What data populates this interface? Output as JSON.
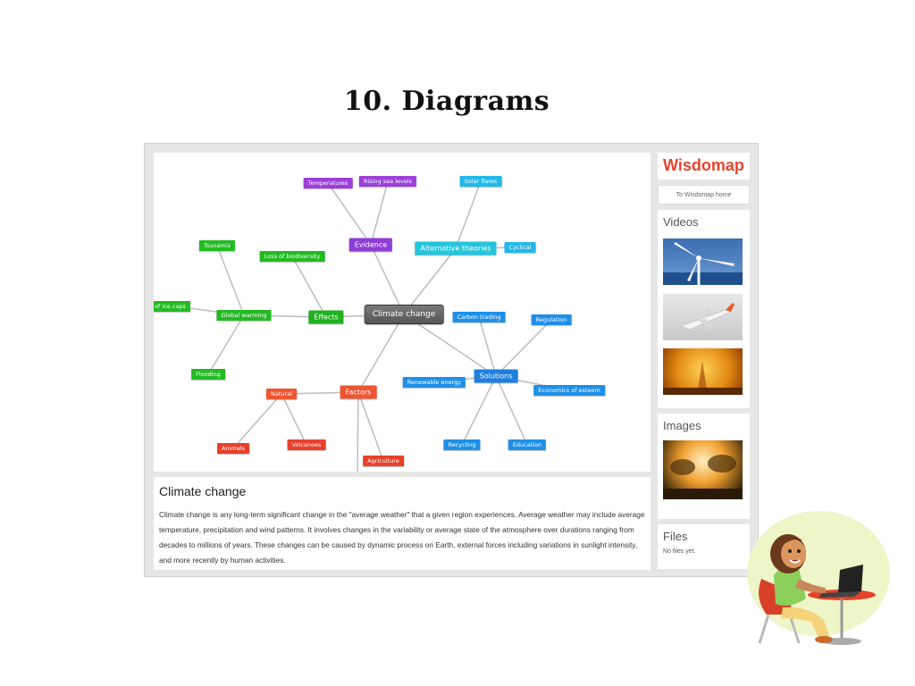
{
  "slide": {
    "title": "10. Diagrams"
  },
  "sidebar": {
    "brand": "Wisdomap",
    "home_link": "To Wisdomap home",
    "videos_title": "Videos",
    "images_title": "Images",
    "files_title": "Files",
    "files_note": "No files yet."
  },
  "mindmap": {
    "root": "Climate change",
    "nodes": [
      {
        "id": "evidence",
        "label": "Evidence",
        "color": "#8e3dd6",
        "size": "mid"
      },
      {
        "id": "temperatures",
        "label": "Temperatures",
        "color": "#9b3fd8",
        "size": "small"
      },
      {
        "id": "rising",
        "label": "Rising sea levels",
        "color": "#9b3fd8",
        "size": "small"
      },
      {
        "id": "alt",
        "label": "Alternative theories",
        "color": "#22c6dd",
        "size": "mid"
      },
      {
        "id": "solar",
        "label": "Solar flares",
        "color": "#22b8ea",
        "size": "small"
      },
      {
        "id": "cyclical",
        "label": "Cyclical",
        "color": "#22b8ea",
        "size": "small"
      },
      {
        "id": "effects",
        "label": "Effects",
        "color": "#20b020",
        "size": "mid"
      },
      {
        "id": "loss",
        "label": "Loss of biodiversity",
        "color": "#22bb22",
        "size": "small"
      },
      {
        "id": "global",
        "label": "Global warming",
        "color": "#22bb22",
        "size": "small"
      },
      {
        "id": "tsunamis",
        "label": "Tsunamis",
        "color": "#22bb22",
        "size": "small"
      },
      {
        "id": "melting",
        "label": "Melting of ice caps",
        "color": "#22bb22",
        "size": "small"
      },
      {
        "id": "flooding",
        "label": "Flooding",
        "color": "#22bb22",
        "size": "small"
      },
      {
        "id": "factors",
        "label": "Factors",
        "color": "#ee5530",
        "size": "mid"
      },
      {
        "id": "natural",
        "label": "Natural",
        "color": "#ee5530",
        "size": "small"
      },
      {
        "id": "animals",
        "label": "Animals",
        "color": "#e8402a",
        "size": "small"
      },
      {
        "id": "volcanoes",
        "label": "Volcanoes",
        "color": "#e8402a",
        "size": "small"
      },
      {
        "id": "agriculture",
        "label": "Agriculture",
        "color": "#e8402a",
        "size": "small"
      },
      {
        "id": "solutions",
        "label": "Solutions",
        "color": "#1e7fe0",
        "size": "mid"
      },
      {
        "id": "carbon",
        "label": "Carbon trading",
        "color": "#1e90e8",
        "size": "small"
      },
      {
        "id": "regulation",
        "label": "Regulation",
        "color": "#1e90e8",
        "size": "small"
      },
      {
        "id": "renewable",
        "label": "Renewable energy",
        "color": "#1e90e8",
        "size": "small"
      },
      {
        "id": "economics",
        "label": "Economics of esteem",
        "color": "#1e90e8",
        "size": "small"
      },
      {
        "id": "recycling",
        "label": "Recycling",
        "color": "#1e90e8",
        "size": "small"
      },
      {
        "id": "education",
        "label": "Education",
        "color": "#1e90e8",
        "size": "small"
      }
    ],
    "edges": [
      [
        "root",
        "evidence"
      ],
      [
        "evidence",
        "temperatures"
      ],
      [
        "evidence",
        "rising"
      ],
      [
        "root",
        "alt"
      ],
      [
        "alt",
        "solar"
      ],
      [
        "alt",
        "cyclical"
      ],
      [
        "root",
        "effects"
      ],
      [
        "effects",
        "loss"
      ],
      [
        "effects",
        "global"
      ],
      [
        "global",
        "tsunamis"
      ],
      [
        "global",
        "melting"
      ],
      [
        "global",
        "flooding"
      ],
      [
        "root",
        "factors"
      ],
      [
        "factors",
        "natural"
      ],
      [
        "natural",
        "animals"
      ],
      [
        "natural",
        "volcanoes"
      ],
      [
        "factors",
        "agriculture"
      ],
      [
        "root",
        "solutions"
      ],
      [
        "solutions",
        "carbon"
      ],
      [
        "solutions",
        "regulation"
      ],
      [
        "solutions",
        "renewable"
      ],
      [
        "solutions",
        "economics"
      ],
      [
        "solutions",
        "recycling"
      ],
      [
        "solutions",
        "education"
      ]
    ],
    "root_color": "#666666"
  },
  "description": {
    "title": "Climate change",
    "body": "Climate change is any long-term significant change in the \"average weather\" that a given region experiences. Average weather may include average temperature, precipitation and wind patterns. It involves changes in the variability or average state of the atmosphere over durations ranging from decades to millions of years. These changes can be caused by dynamic process on Earth, external forces including variations in sunlight intensity, and more recently by human activities."
  }
}
